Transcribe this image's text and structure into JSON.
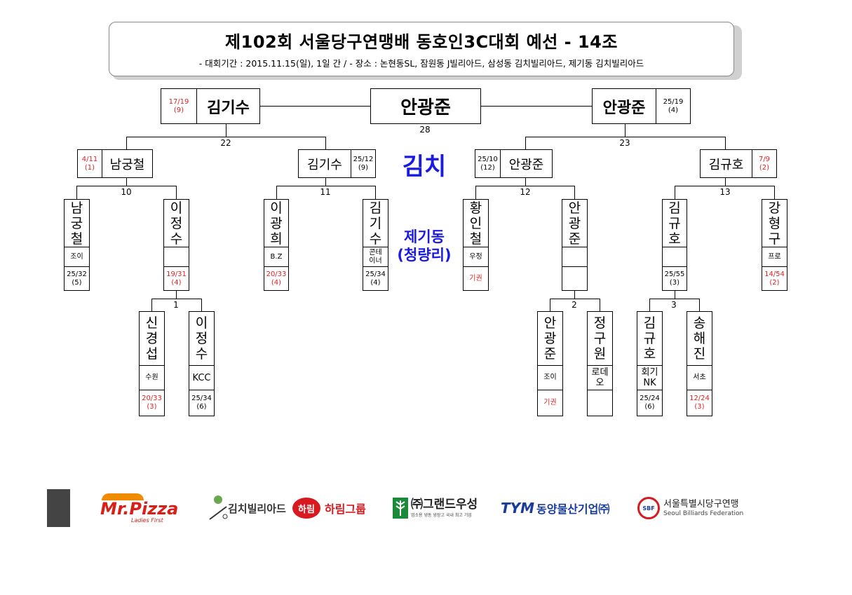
{
  "header": {
    "title": "제102회 서울당구연맹배 동호인3C대회 예선 - 14조",
    "subtitle": "- 대회기간 : 2015.11.15(일), 1일 간 / - 장소 : 논현동SL, 잠원동 J빌리아드, 삼성동 김치빌리아드, 제기동 김치빌리아드"
  },
  "final": {
    "winner": "안광준",
    "match_no": "28"
  },
  "semis": {
    "left": {
      "name": "김기수",
      "score": "17/19\n(9)",
      "match_no": "22"
    },
    "right": {
      "name": "안광준",
      "score": "25/19\n(4)",
      "match_no": "23"
    }
  },
  "quarters": [
    {
      "name": "남궁철",
      "score": "4/11\n(1)"
    },
    {
      "name": "김기수",
      "score": "25/12\n(9)"
    },
    {
      "name": "안광준",
      "score": "25/10\n(12)"
    },
    {
      "name": "김규호",
      "score": "7/9\n(2)"
    }
  ],
  "match_numbers": {
    "m10": "10",
    "m11": "11",
    "m12": "12",
    "m13": "13",
    "m1": "1",
    "m2": "2",
    "m3": "3"
  },
  "venue": {
    "top": "김치",
    "bottom1": "제기동",
    "bottom2": "(청량리)"
  },
  "players": [
    {
      "name": "남\n궁\n철",
      "club": "조이",
      "score": "25/32\n(5)"
    },
    {
      "name": "이\n정\n수",
      "club": "",
      "score": "19/31\n(4)"
    },
    {
      "name": "이\n광\n희",
      "club": "B.Z",
      "score": "20/33\n(4)"
    },
    {
      "name": "김\n기\n수",
      "club": "콘테\n이너",
      "score": "25/34\n(4)"
    },
    {
      "name": "황\n인\n철",
      "club": "우정",
      "score": "기권"
    },
    {
      "name": "안\n광\n준",
      "club": "",
      "score": ""
    },
    {
      "name": "김\n규\n호",
      "club": "",
      "score": "25/55\n(3)"
    },
    {
      "name": "강\n형\n구",
      "club": "프로",
      "score": "14/54\n(2)"
    },
    {
      "name": "신\n경\n섭",
      "club": "수원",
      "score": "20/33\n(3)"
    },
    {
      "name": "이\n정\n수",
      "club": "KCC",
      "score": "25/34\n(6)"
    },
    {
      "name": "안\n광\n준",
      "club": "조이",
      "score": "기권"
    },
    {
      "name": "정\n구\n원",
      "club": "로데\n오",
      "score": ""
    },
    {
      "name": "김\n규\n호",
      "club": "회기\nNK",
      "score": "25/24\n(6)"
    },
    {
      "name": "송\n해\n진",
      "club": "서초",
      "score": "12/24\n(3)"
    }
  ],
  "sponsors": {
    "mrpizza": "Mr.Pizza",
    "mrpizza_sub": "Ladies First",
    "kimchi": "김치빌리아드",
    "harim_badge": "하림",
    "harim": "하림그룹",
    "grand": "㈜그랜드우성",
    "grand_sub": "업소용 냉동 냉장고 국내 최고 기업",
    "tym_mark": "TYM",
    "tym": "동양물산기업㈜",
    "sbf_mark": "SBF",
    "sbf": "서울특별시당구연맹",
    "sbf_sub": "Seoul Billiards Federation"
  },
  "colors": {
    "red": "#e02020",
    "venue_blue": "#1a1ae0",
    "mrpizza_orange": "#f08a00",
    "mrpizza_red": "#d8201a",
    "harim_red": "#d61a1f",
    "grand_green": "#1a8a3a",
    "tym_blue": "#1a3c9a"
  }
}
